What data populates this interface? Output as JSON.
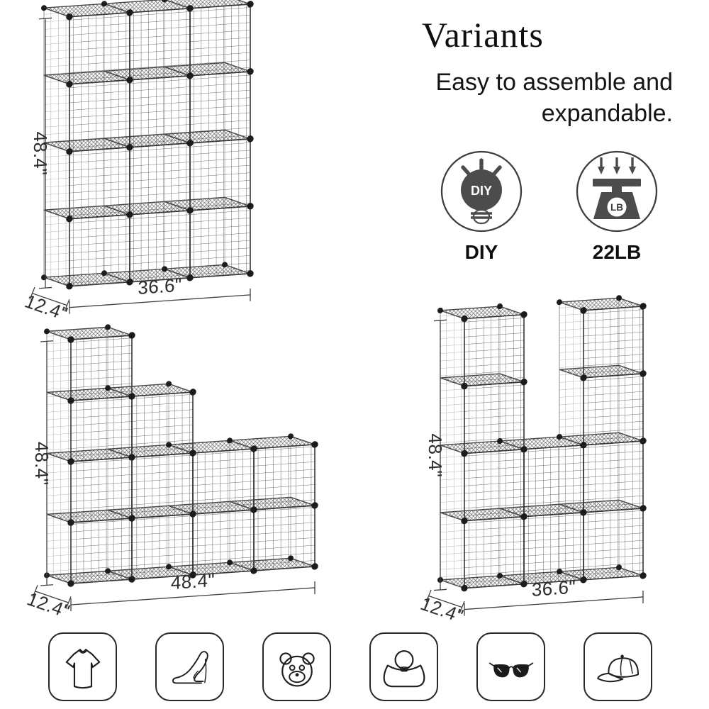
{
  "hero": {
    "title": "Variants",
    "subtitle_line1": "Easy to assemble and",
    "subtitle_line2": "expandable."
  },
  "features": [
    {
      "icon": "diy-lightbulb-icon",
      "badge_text": "DIY",
      "label": "DIY"
    },
    {
      "icon": "weight-scale-icon",
      "badge_text": "LB",
      "label": "22LB"
    }
  ],
  "units": [
    {
      "name": "cube-shelf-3x4",
      "cells": [
        "111",
        "111",
        "111",
        "111"
      ],
      "height_label": "48.4\"",
      "width_label": "36.6\"",
      "depth_label": "12.4\""
    },
    {
      "name": "cube-shelf-staircase",
      "cells": [
        "1000",
        "1100",
        "1111",
        "1111"
      ],
      "height_label": "48.4\"",
      "width_label": "48.4\"",
      "depth_label": "12.4\""
    },
    {
      "name": "cube-shelf-u-shape",
      "cells": [
        "101",
        "101",
        "111",
        "111"
      ],
      "height_label": "48.4\"",
      "width_label": "36.6\"",
      "depth_label": "12.4\""
    }
  ],
  "category_icons": [
    {
      "name": "t-shirt-icon"
    },
    {
      "name": "high-heel-icon"
    },
    {
      "name": "teddy-bear-icon"
    },
    {
      "name": "handbag-icon"
    },
    {
      "name": "sunglasses-icon"
    },
    {
      "name": "baseball-cap-icon"
    }
  ],
  "colors": {
    "wire": "#3a3a3a",
    "wire_fine": "#6d6d6d",
    "connector": "#1c1c1c",
    "annotation": "#2d2d2d",
    "badge_fill": "#4c4c4c",
    "outline": "#282828"
  }
}
